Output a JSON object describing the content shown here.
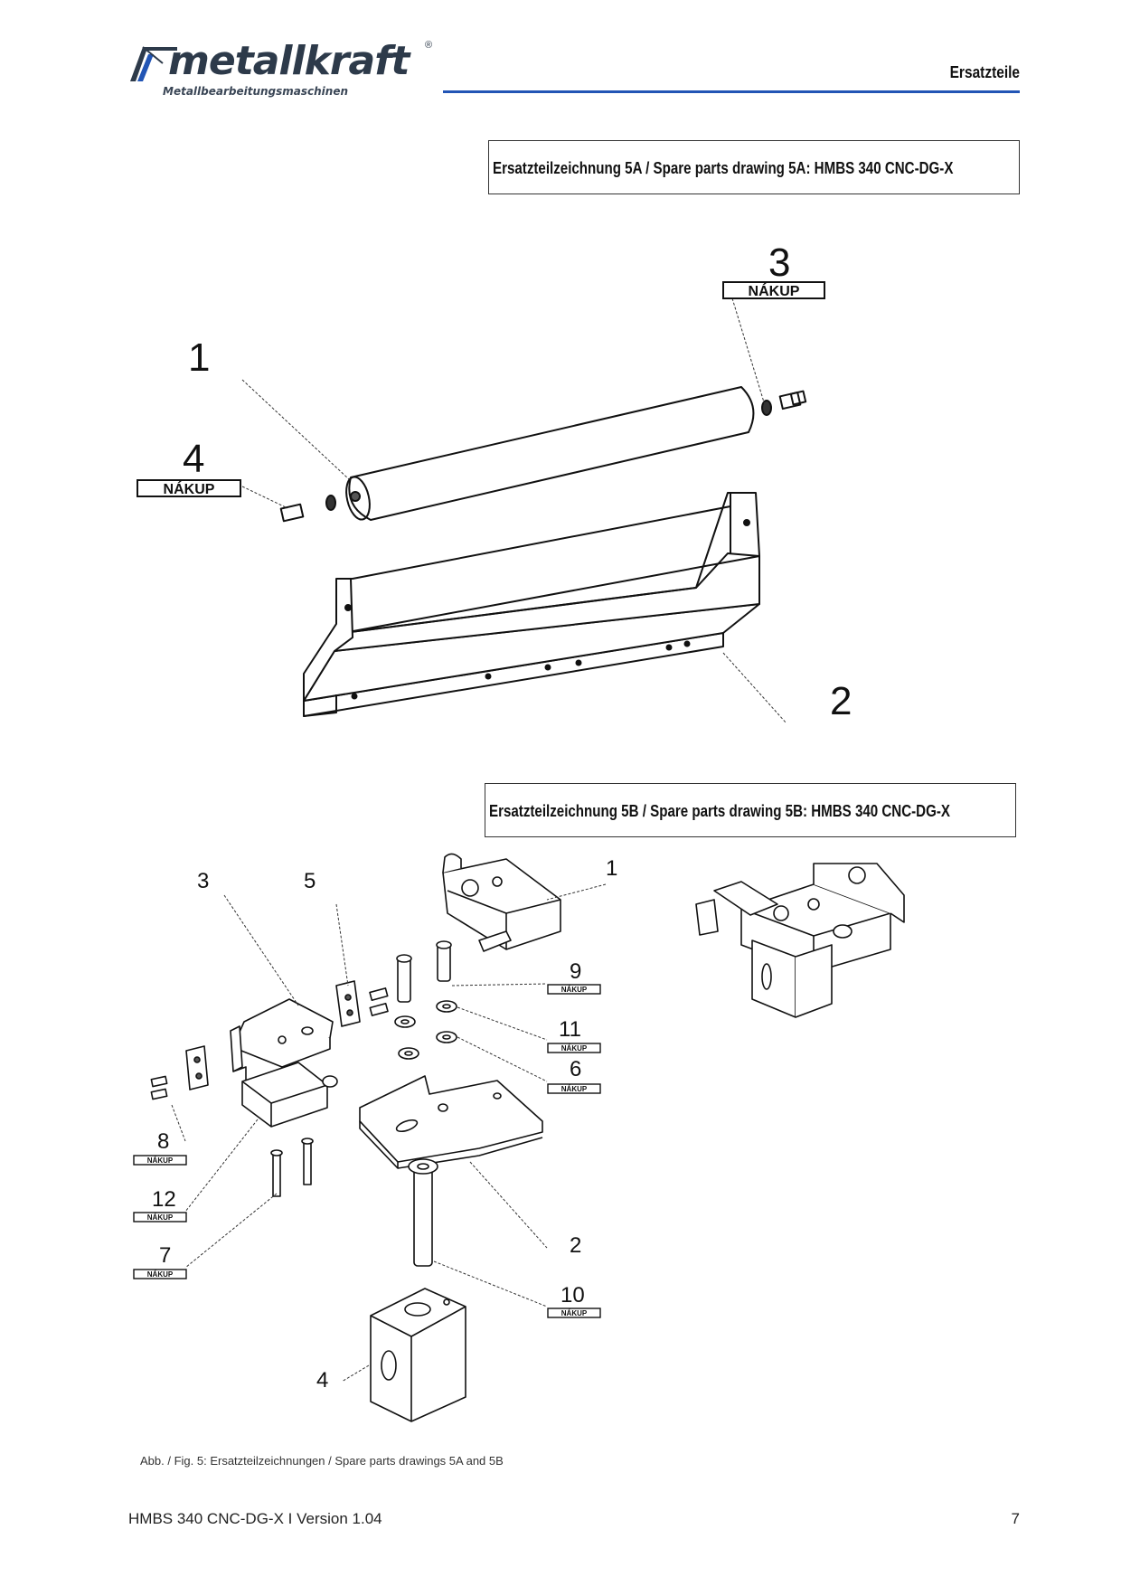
{
  "header": {
    "logo_text": "metallkraft",
    "logo_registered": "®",
    "logo_subtitle": "Metallbearbeitungsmaschinen",
    "section": "Ersatzteile"
  },
  "drawing_5a": {
    "title": "Ersatzteilzeichnung 5A / Spare parts drawing 5A: HMBS 340 CNC-DG-X",
    "callouts": [
      {
        "number": "1",
        "tag": ""
      },
      {
        "number": "2",
        "tag": ""
      },
      {
        "number": "3",
        "tag": "NÁKUP"
      },
      {
        "number": "4",
        "tag": "NÁKUP"
      }
    ]
  },
  "drawing_5b": {
    "title": "Ersatzteilzeichnung 5B / Spare parts drawing 5B: HMBS 340 CNC-DG-X",
    "callouts": [
      {
        "number": "1",
        "tag": ""
      },
      {
        "number": "2",
        "tag": ""
      },
      {
        "number": "3",
        "tag": ""
      },
      {
        "number": "4",
        "tag": ""
      },
      {
        "number": "5",
        "tag": ""
      },
      {
        "number": "6",
        "tag": "NÁKUP"
      },
      {
        "number": "7",
        "tag": "NÁKUP"
      },
      {
        "number": "8",
        "tag": "NÁKUP"
      },
      {
        "number": "9",
        "tag": "NÁKUP"
      },
      {
        "number": "10",
        "tag": "NÁKUP"
      },
      {
        "number": "11",
        "tag": "NÁKUP"
      },
      {
        "number": "12",
        "tag": "NÁKUP"
      }
    ]
  },
  "caption": "Abb. / Fig. 5: Ersatzteilzeichnungen / Spare parts drawings 5A and 5B",
  "footer": {
    "doc_version": "HMBS 340 CNC-DG-X I Version 1.04",
    "page_number": "7"
  }
}
